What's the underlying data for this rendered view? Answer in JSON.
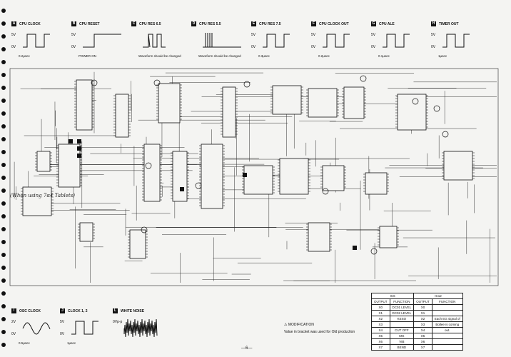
{
  "waveforms_top": [
    {
      "id": "A",
      "title": "CPU CLOCK",
      "levels": [
        "5V",
        "0V"
      ],
      "caption": "0.2µsec"
    },
    {
      "id": "B",
      "title": "CPU RESET",
      "levels": [
        "5V",
        "0V"
      ],
      "caption": "POWER ON"
    },
    {
      "id": "C",
      "title": "CPU RES 6.5",
      "levels": [
        "",
        ""
      ],
      "caption": "Waveform should be changed"
    },
    {
      "id": "D",
      "title": "CPU RES 5.5",
      "levels": [
        "",
        ""
      ],
      "caption": "Waveform should be changed"
    },
    {
      "id": "E",
      "title": "CPU RES 7.5",
      "levels": [
        "5V",
        "0V"
      ],
      "caption": "0.3µsec"
    },
    {
      "id": "F",
      "title": "CPU CLOCK OUT",
      "levels": [
        "5V",
        "0V"
      ],
      "caption": "0.2µsec"
    },
    {
      "id": "G",
      "title": "CPU ALE",
      "levels": [
        "5V",
        "0V"
      ],
      "caption": "0.1µsec"
    },
    {
      "id": "H",
      "title": "TIMER OUT",
      "levels": [
        "5V",
        "0V"
      ],
      "caption": "1µsec"
    }
  ],
  "waveforms_bottom": [
    {
      "id": "I",
      "title": "OSC CLOCK",
      "levels": [
        "2V",
        "0V"
      ],
      "caption": "0.5µsec"
    },
    {
      "id": "J",
      "title": "CLOCK 1, 2",
      "levels": [
        "5V",
        "0V"
      ],
      "caption": "1µsec"
    },
    {
      "id": "L",
      "title": "WHITE NOISE",
      "levels": [
        "0Vp-p",
        ""
      ],
      "caption": ""
    }
  ],
  "handwritten_note": "(When using 7α4 Tablets)",
  "modification_title": "MODIFICATION",
  "modification_note": "Value in bracket was used for Old production",
  "page_number": "—6—",
  "ic_table": {
    "header_top": [
      "IC6",
      "IC12"
    ],
    "header": [
      "OUTPUT",
      "FUNCTION",
      "OUTPUT",
      "FUNCTION"
    ],
    "rows": [
      [
        "X0",
        "DC01 LEVEL",
        "X0",
        ""
      ],
      [
        "X1",
        "DC02 LEVEL",
        "X1",
        ""
      ],
      [
        "X2",
        "KESO",
        "X2",
        "Each EG signal of"
      ],
      [
        "X3",
        "",
        "X3",
        "Bollee is coming"
      ],
      [
        "X4",
        "CUT OFF",
        "X4",
        "out."
      ],
      [
        "X5",
        "MG",
        "X5",
        ""
      ],
      [
        "X6",
        "VIB",
        "X6",
        ""
      ],
      [
        "X7",
        "BEND",
        "X7",
        ""
      ]
    ]
  }
}
